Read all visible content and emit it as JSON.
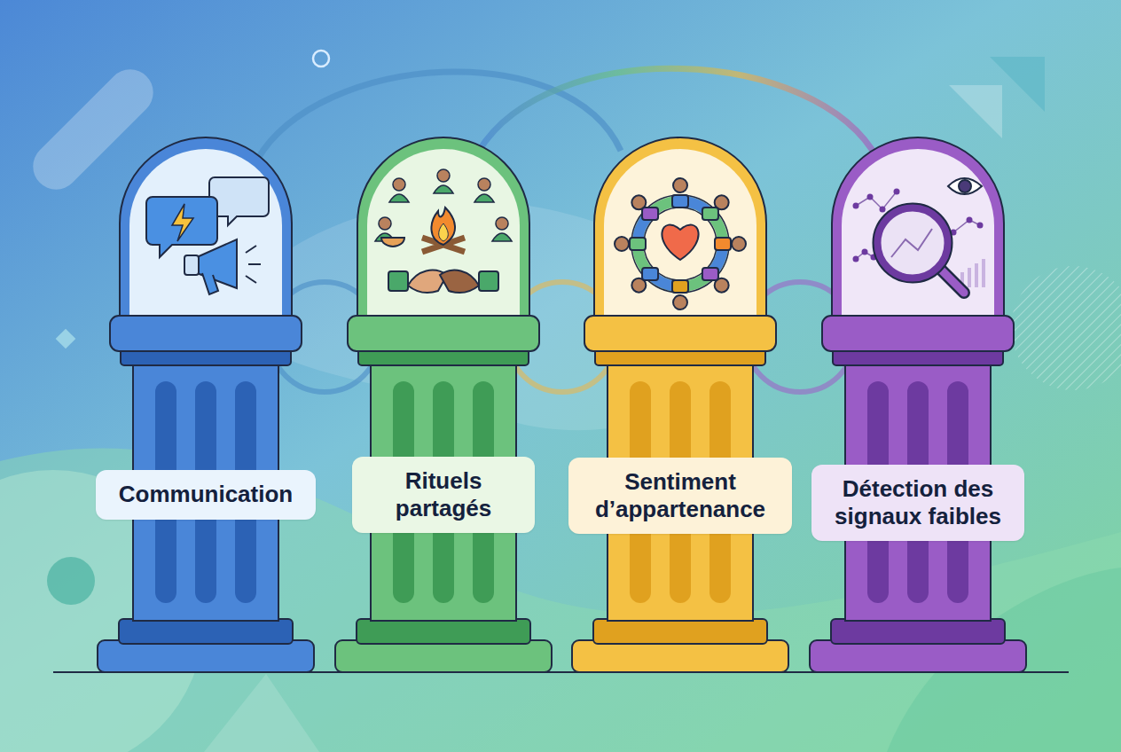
{
  "diagram": {
    "nodes": [
      {
        "text": [
          "Communication"
        ]
      },
      {
        "text": [
          "Rituels partagés"
        ]
      },
      {
        "text": [
          "Sentiment d’appartenance"
        ]
      },
      {
        "text": [
          "Détection des signaux faibles"
        ]
      }
    ]
  }
}
